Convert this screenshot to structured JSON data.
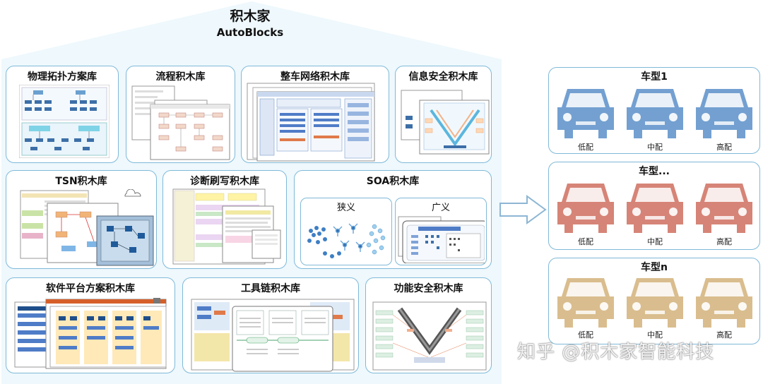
{
  "title": {
    "cn": "积木家",
    "en": "AutoBlocks"
  },
  "libraries": {
    "physical": "物理拓扑方案库",
    "process": "流程积木库",
    "network": "整车网络积木库",
    "security": "信息安全积木库",
    "tsn": "TSN积木库",
    "diag": "诊断刷写积木库",
    "soa": "SOA积木库",
    "soa_narrow": "狭义",
    "soa_broad": "广义",
    "software": "软件平台方案积木库",
    "toolchain": "工具链积木库",
    "safety": "功能安全积木库"
  },
  "vehicles": [
    {
      "title": "车型1",
      "color": "#5b8fc9",
      "levels": [
        "低配",
        "中配",
        "高配"
      ]
    },
    {
      "title": "车型...",
      "color": "#cf6f5f",
      "levels": [
        "低配",
        "中配",
        "高配"
      ]
    },
    {
      "title": "车型n",
      "color": "#d4b27a",
      "levels": [
        "低配",
        "中配",
        "高配"
      ]
    }
  ],
  "watermark": "知乎 @积木家智能科技"
}
